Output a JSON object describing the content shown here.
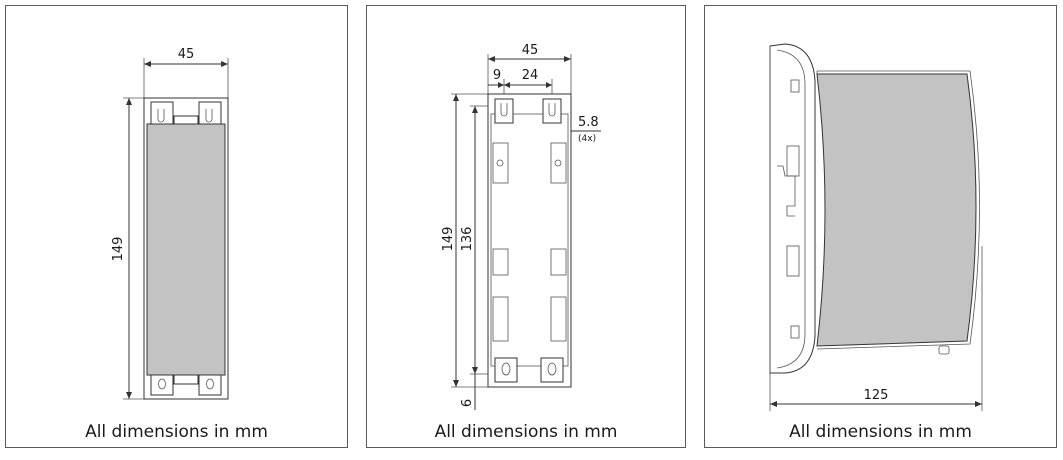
{
  "panels": [
    {
      "caption": "All dimensions in mm",
      "dims": {
        "width": "45",
        "height": "149"
      }
    },
    {
      "caption": "All dimensions in mm",
      "dims": {
        "width": "45",
        "hole_offset": "9",
        "hole_spacing": "24",
        "slot": "5.8",
        "slot_count": "(4x)",
        "height": "149",
        "mount_height": "136",
        "bottom": "6"
      }
    },
    {
      "caption": "All dimensions in mm",
      "dims": {
        "depth": "125"
      }
    }
  ],
  "colors": {
    "frame": "#5a5a5a",
    "body": "#c3c3c3",
    "line": "#333333"
  }
}
